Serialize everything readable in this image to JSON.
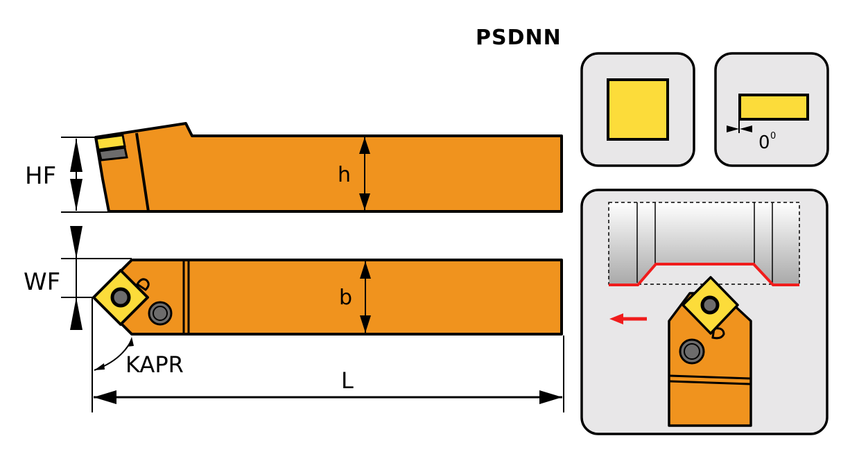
{
  "title": "PSDNN",
  "dimensions": {
    "hf": "HF",
    "wf": "WF",
    "h": "h",
    "b": "b",
    "kapr": "KAPR",
    "l": "L"
  },
  "panels": {
    "insert_shape": {
      "name": "square insert (S)"
    },
    "clearance_angle": {
      "value": "0",
      "unit": "0"
    },
    "operation": {
      "name": "turning / profiling",
      "feed_direction": "left"
    }
  },
  "colors": {
    "holder": "#F0931E",
    "insert": "#FCDC3A",
    "screw": "#6D6C6C",
    "panel_bg": "#E8E7E8",
    "profile": "#F01C1C",
    "outline": "#000000"
  }
}
